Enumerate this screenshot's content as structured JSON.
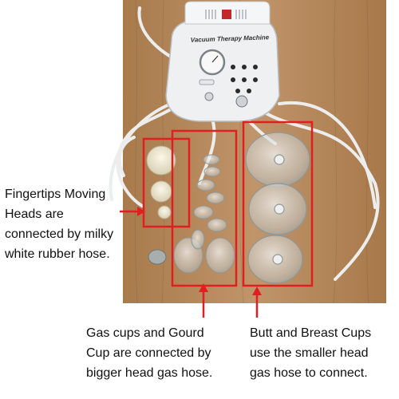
{
  "machine": {
    "title": "Vacuum Therapy Machine"
  },
  "annotations": {
    "fingertips": "Fingertips Moving\nHeads are\nconnected by milky\nwhite rubber hose.",
    "gas_cups": "Gas cups and Gourd\nCup are connected by\nbigger head gas hose.",
    "butt_breast": "Butt and Breast Cups\nuse the smaller head\ngas hose to connect."
  },
  "colors": {
    "highlight": "#e02020",
    "wood": "#b98c5e",
    "machine": "#eef0f1",
    "hose": "#e4e6e6",
    "cup": "#dfe3e4"
  }
}
